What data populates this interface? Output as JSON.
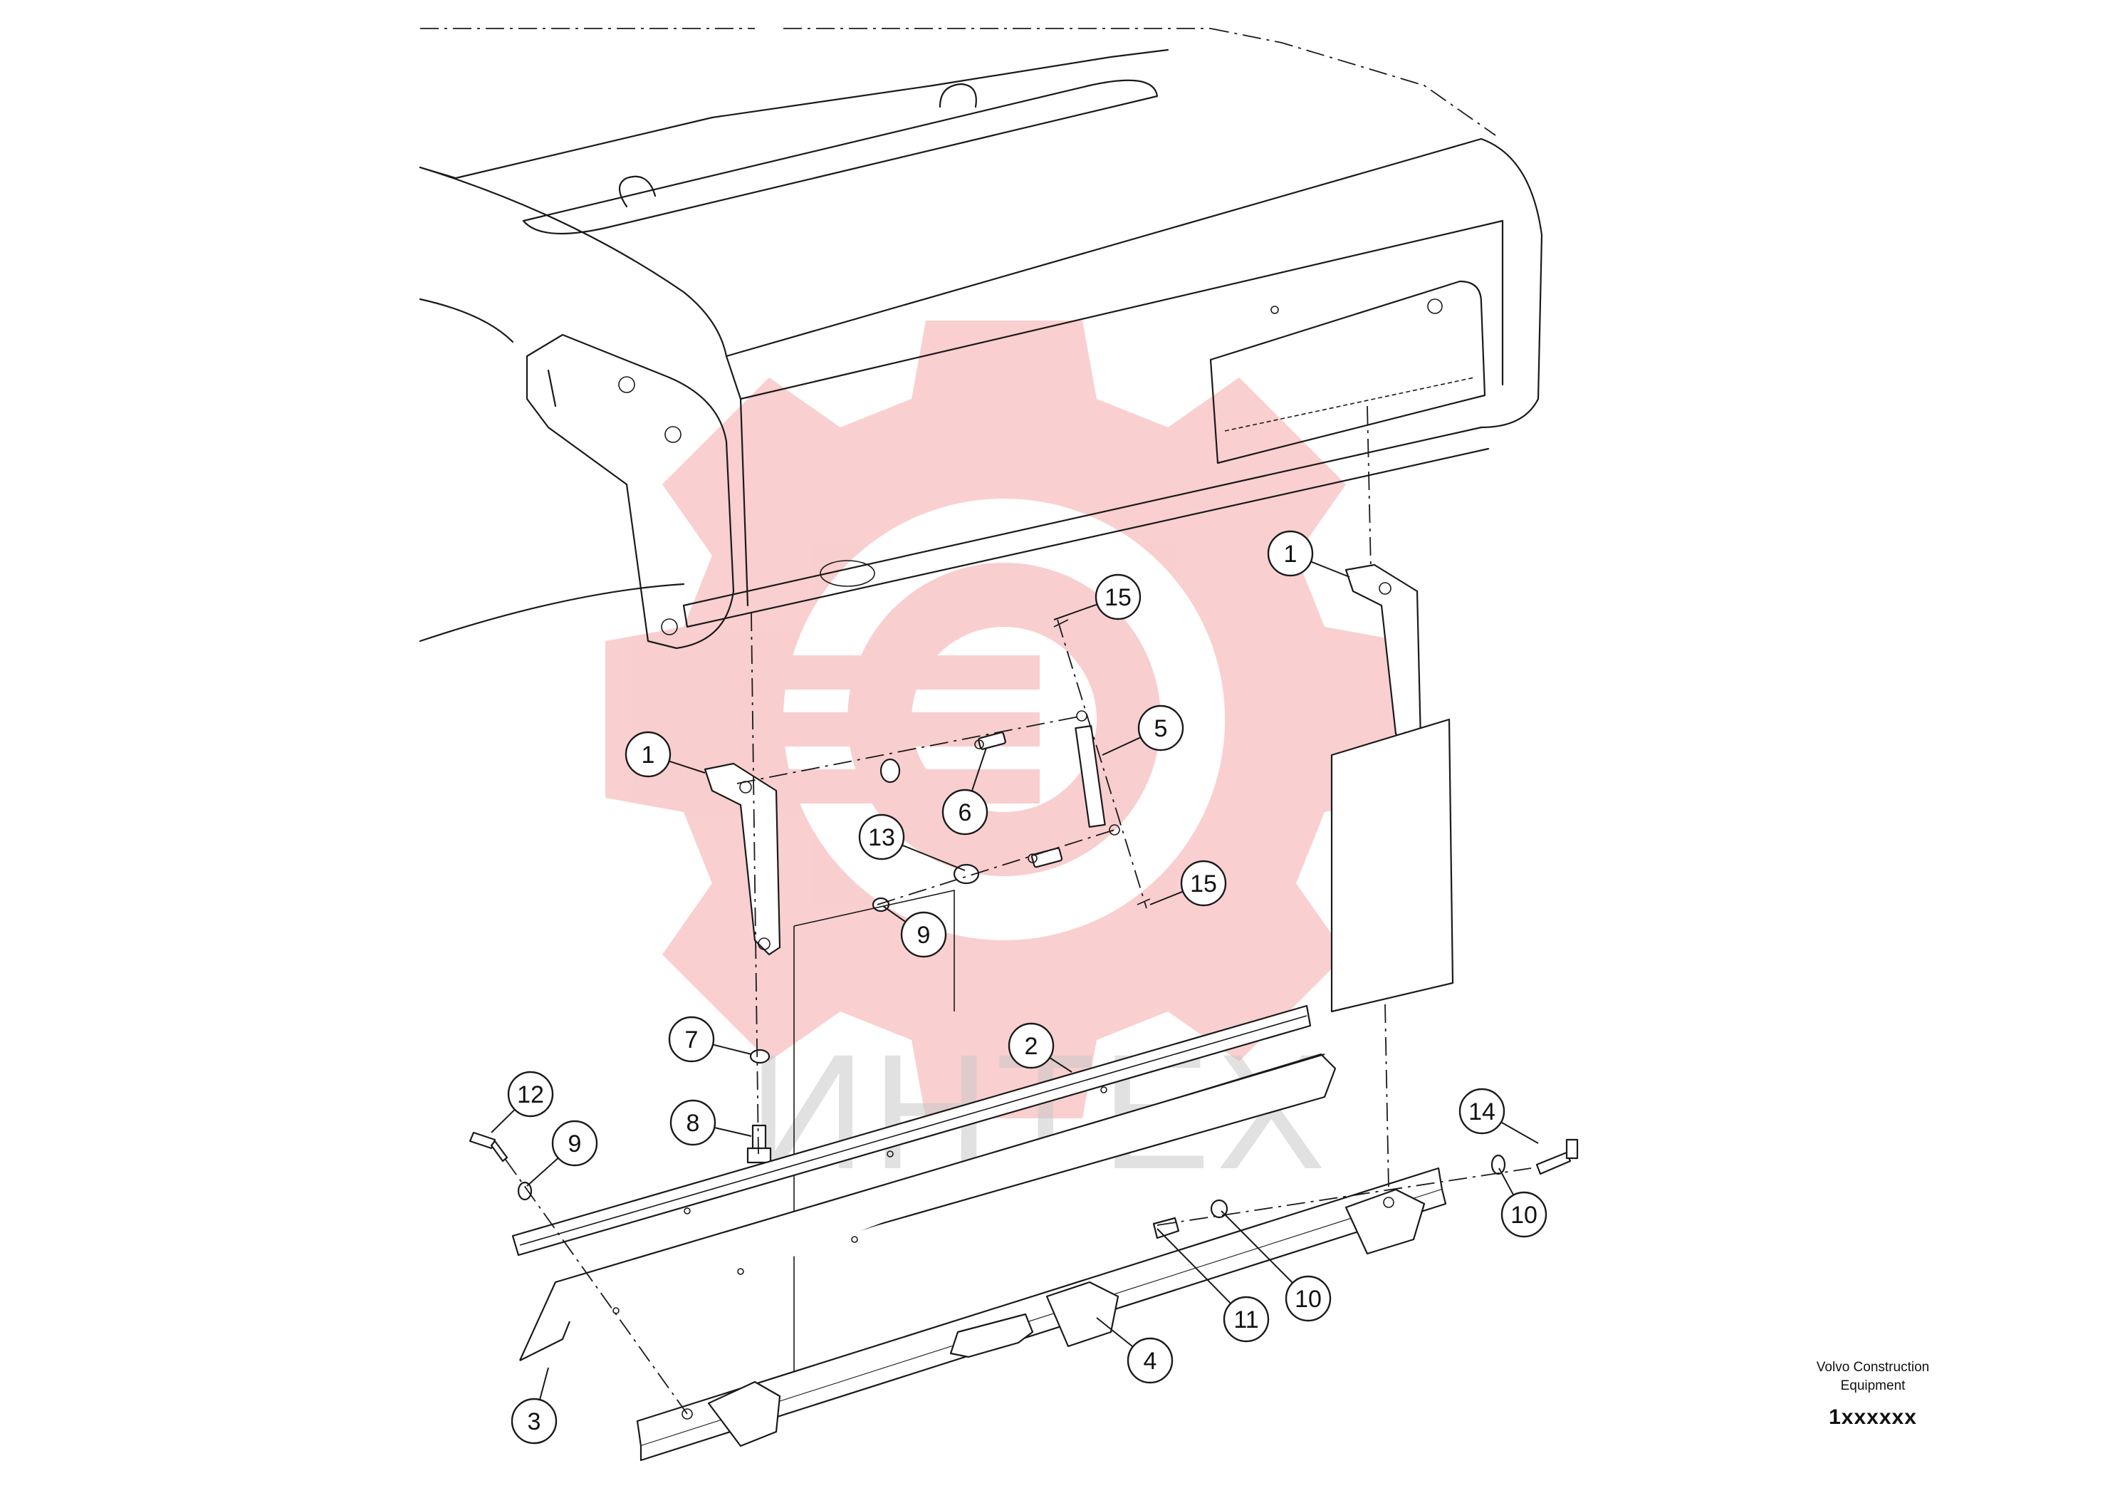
{
  "callouts": [
    {
      "id": "c1a",
      "label": "1"
    },
    {
      "id": "c1b",
      "label": "1"
    },
    {
      "id": "c2",
      "label": "2"
    },
    {
      "id": "c3",
      "label": "3"
    },
    {
      "id": "c4",
      "label": "4"
    },
    {
      "id": "c5",
      "label": "5"
    },
    {
      "id": "c6",
      "label": "6"
    },
    {
      "id": "c7",
      "label": "7"
    },
    {
      "id": "c8",
      "label": "8"
    },
    {
      "id": "c9a",
      "label": "9"
    },
    {
      "id": "c9b",
      "label": "9"
    },
    {
      "id": "c10a",
      "label": "10"
    },
    {
      "id": "c10b",
      "label": "10"
    },
    {
      "id": "c11",
      "label": "11"
    },
    {
      "id": "c12",
      "label": "12"
    },
    {
      "id": "c13",
      "label": "13"
    },
    {
      "id": "c14",
      "label": "14"
    },
    {
      "id": "c15a",
      "label": "15"
    },
    {
      "id": "c15b",
      "label": "15"
    }
  ],
  "watermark": {
    "text": "ИНТЕХ",
    "color": "#e8262a"
  },
  "title_block": {
    "company_line1": "Volvo Construction",
    "company_line2": "Equipment",
    "drawing_number": "1xxxxxx"
  }
}
